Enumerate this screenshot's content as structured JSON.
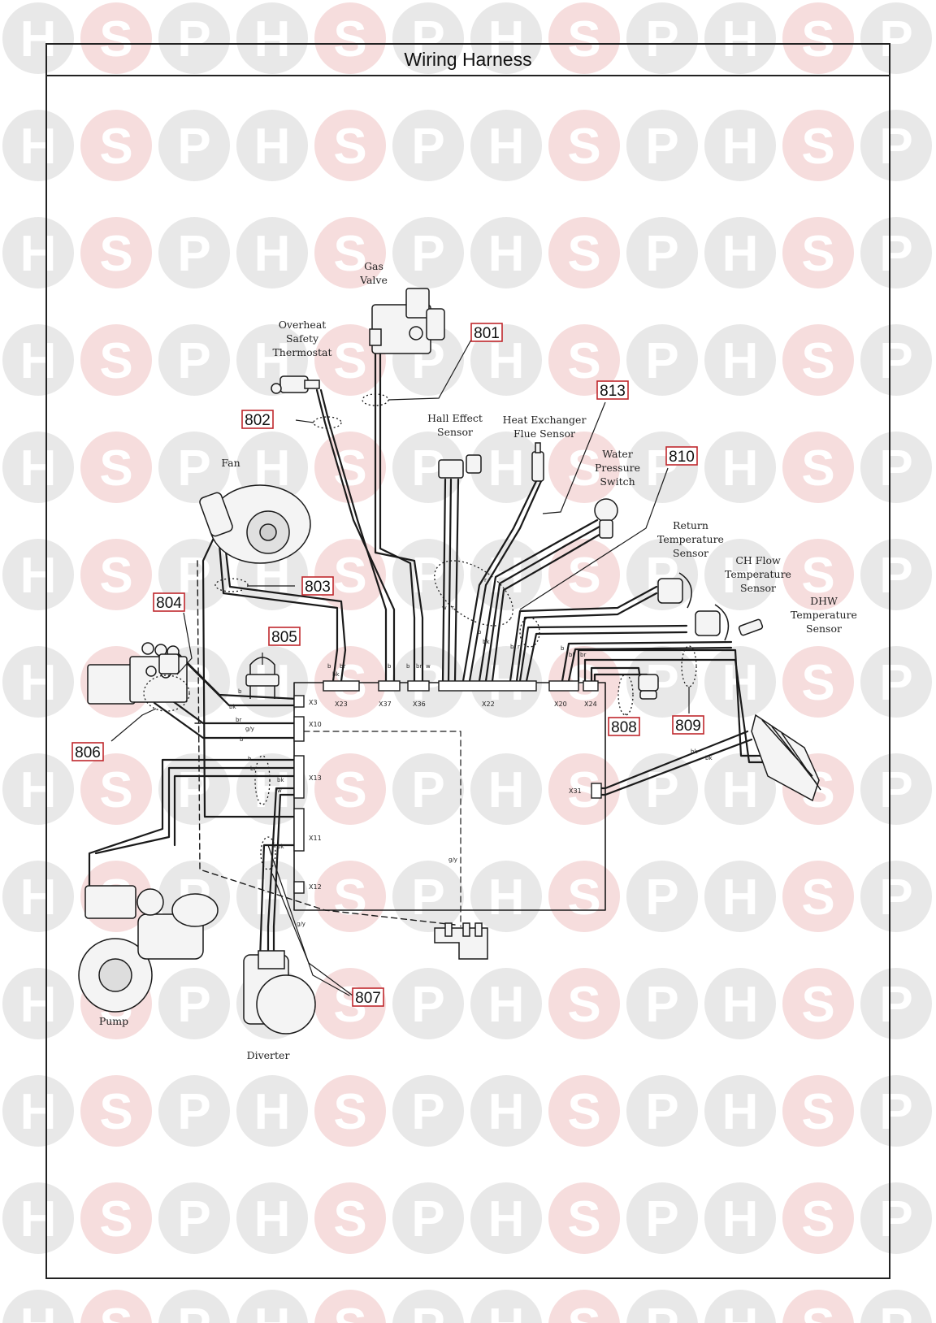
{
  "page": {
    "title": "Wiring Harness"
  },
  "watermark": {
    "letters": [
      "H",
      "S",
      "P"
    ],
    "circle_colors": [
      "#e8e8e8",
      "#f6dddd",
      "#e8e8e8"
    ]
  },
  "components": {
    "gas_valve": [
      "Gas",
      "Valve"
    ],
    "overheat_thermostat": [
      "Overheat",
      "Safety",
      "Thermostat"
    ],
    "hall_effect_sensor": [
      "Hall Effect",
      "Sensor"
    ],
    "heat_exchanger_sensor": [
      "Heat Exchanger",
      "Flue Sensor"
    ],
    "water_pressure_switch": [
      "Water",
      "Pressure",
      "Switch"
    ],
    "fan": [
      "Fan"
    ],
    "return_temp_sensor": [
      "Return",
      "Temperature",
      "Sensor"
    ],
    "ch_flow_sensor": [
      "CH Flow",
      "Temperature",
      "Sensor"
    ],
    "dhw_sensor": [
      "DHW",
      "Temperature",
      "Sensor"
    ],
    "pump": [
      "Pump"
    ],
    "diverter": [
      "Diverter"
    ]
  },
  "connectors": {
    "x3": "X3",
    "x10": "X10",
    "x13": "X13",
    "x11": "X11",
    "x12": "X12",
    "x23": "X23",
    "x37": "X37",
    "x36": "X36",
    "x22": "X22",
    "x20": "X20",
    "x24": "X24",
    "x31": "X31"
  },
  "wire_codes": {
    "b": "b",
    "bk": "bk",
    "br": "br",
    "g_y": "g/y",
    "w": "w",
    "r": "r",
    "bl": "bl"
  },
  "part_refs": {
    "r801": "801",
    "r802": "802",
    "r803": "803",
    "r804": "804",
    "r805": "805",
    "r806": "806",
    "r807": "807",
    "r808": "808",
    "r809": "809",
    "r810": "810",
    "r813": "813"
  }
}
